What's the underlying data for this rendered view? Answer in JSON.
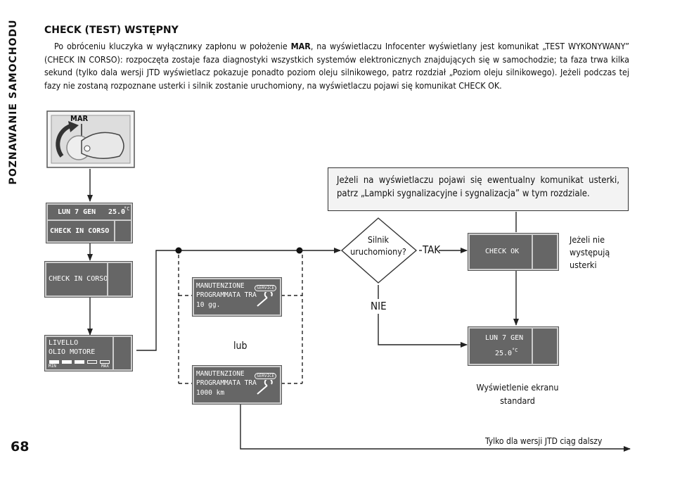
{
  "sidebar_title": "POZNAWANIE SAMOCHODU",
  "page_number": "68",
  "section_title": "CHECK (TEST) WSTĘPNY",
  "intro": {
    "before": "Po obróceniu kluczyka w wyłącznику zapłonu w położenie ",
    "bold": "MAR",
    "after": ", na wyświetlaczu Infocenter wyświetlany jest komunikat „TEST WYKONYWANY” (CHECK IN CORSO): rozpoczęta zostaje faza diagnostyki wszystkich systemów elektronicznych znajdujących się w samochodzie; ta faza trwa kilka sekund (tylko dala wersji JTD wyświetlacz pokazuje ponadto poziom oleju silnikowego, patrz rozdział „Poziom oleju silnikowego). Jeżeli podczas tej fazy nie zostaną rozpoznane usterki i silnik zostanie uruchomiony, na wyświetlaczu pojawi się komunikat CHECK OK."
  },
  "ignition": {
    "position_label": "MAR"
  },
  "displays": {
    "d1": {
      "line1": "LUN 7 GEN",
      "temp": "25.0",
      "unit": "°C",
      "line2": "CHECK IN CORSO"
    },
    "d2": {
      "line1": "CHECK IN CORSO"
    },
    "d3": {
      "line1": "LIVELLO",
      "line2": "OLIO MOTORE",
      "min": "MIN",
      "max": "MAX"
    },
    "service1": {
      "line1": "MANUTENZIONE",
      "line2": "PROGRAMMATA TRA",
      "line3": "10 gg.",
      "badge": "SERVICE"
    },
    "service2": {
      "line1": "MANUTENZIONE",
      "line2": "PROGRAMMATA TRA",
      "line3": "1000 km",
      "badge": "SERVICE"
    },
    "check_ok": {
      "line1": "CHECK OK"
    },
    "standard": {
      "line1": "LUN 7 GEN",
      "temp": "25.0",
      "unit": "°C"
    }
  },
  "info_box": "Jeżeli na wyświetlaczu pojawi się ewentualny komunikat usterki, patrz „Lampki sygnalizacyjne i sygnalizacja” w tym rozdziale.",
  "flow": {
    "decision_line1": "Silnik",
    "decision_line2": "uruchomiony?",
    "yes": "TAK",
    "no": "NIE",
    "or": "lub",
    "no_faults_1": "Jeżeli nie",
    "no_faults_2": "występują",
    "no_faults_3": "usterki",
    "standard_1": "Wyświetlenie ekranu",
    "standard_2": "standard",
    "jtd_continue": "Tylko dla wersji JTD ciąg dalszy"
  }
}
